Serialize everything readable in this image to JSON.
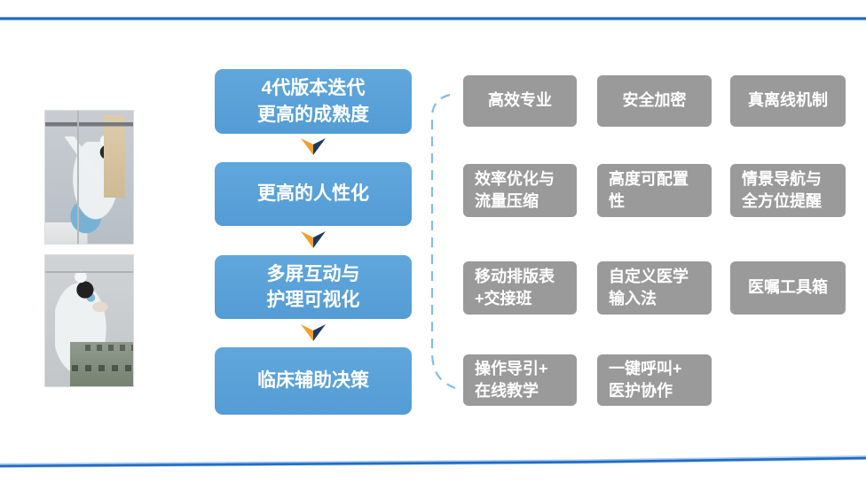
{
  "colors": {
    "step_blue": "#57a0d8",
    "feature_gray": "#9a9a9a",
    "divider_blue": "#2a72c4",
    "dashed_connector_blue": "#85bce8",
    "chevron_orange": "#f0a032",
    "chevron_navy": "#1e3a5c",
    "text_white": "#ffffff"
  },
  "flow_steps": [
    {
      "label": "4代版本迭代\n更高的成熟度"
    },
    {
      "label": "更高的人性化"
    },
    {
      "label": "多屏互动与\n护理可视化"
    },
    {
      "label": "临床辅助决策"
    }
  ],
  "features": [
    {
      "label": "高效专业"
    },
    {
      "label": "安全加密"
    },
    {
      "label": "真离线机制"
    },
    {
      "label": "效率优化与\n流量压缩"
    },
    {
      "label": "高度可配置\n性"
    },
    {
      "label": "情景导航与\n全方位提醒"
    },
    {
      "label": "移动排版表\n+交接班"
    },
    {
      "label": "自定义医学\n输入法"
    },
    {
      "label": "医嘱工具箱"
    },
    {
      "label": "操作导引+\n在线教学"
    },
    {
      "label": "一键呼叫+\n医护协作"
    }
  ]
}
